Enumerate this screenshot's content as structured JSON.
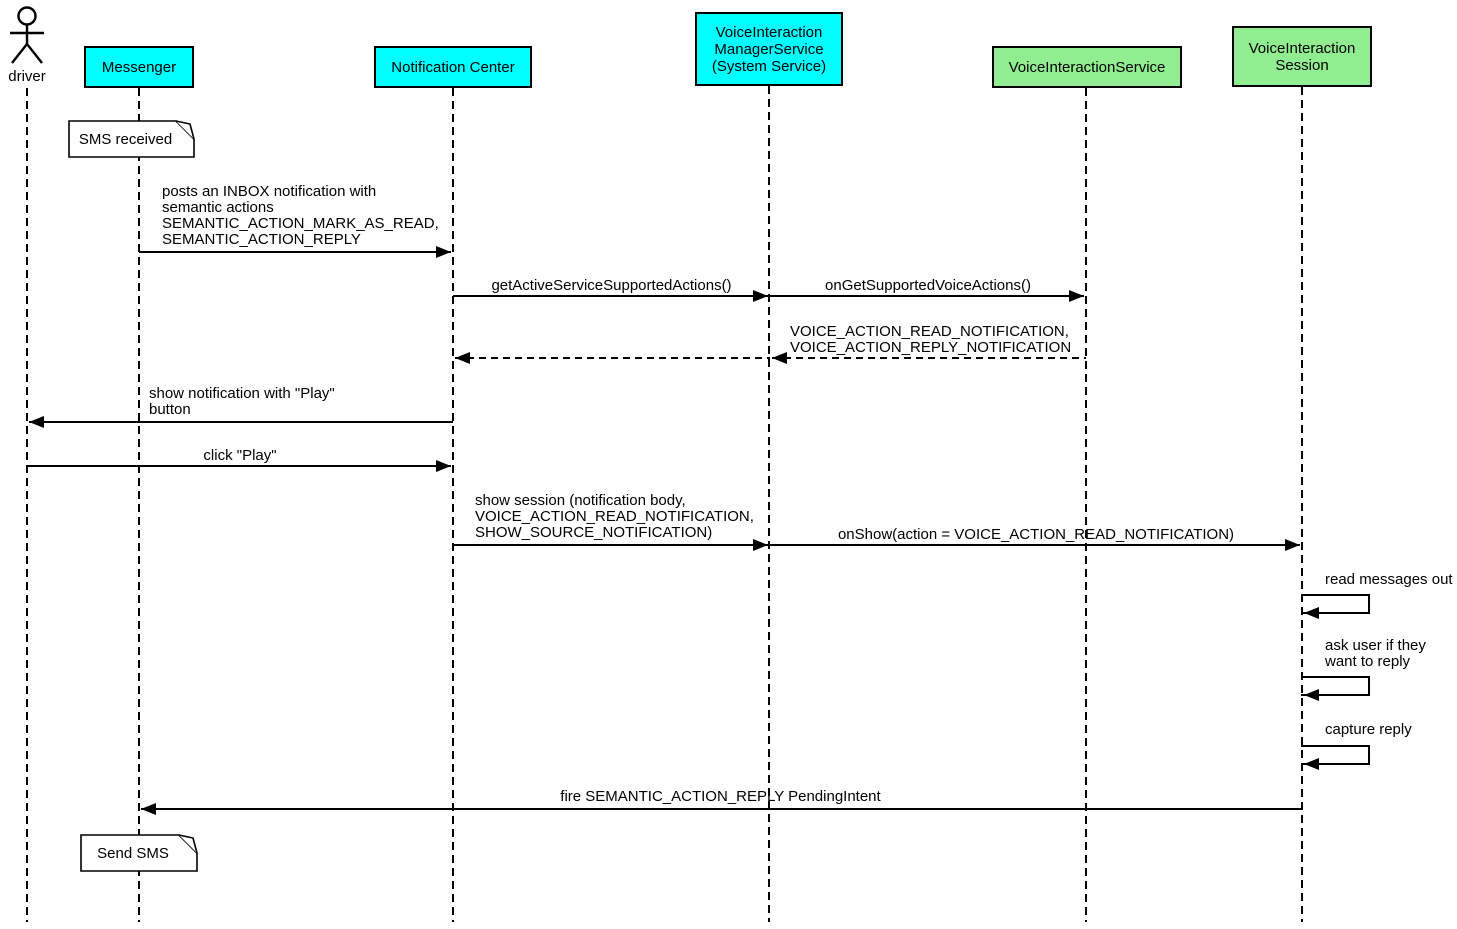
{
  "diagram_type": "uml-sequence",
  "colors": {
    "participant_cyan": "#00ffff",
    "participant_green": "#90ee90",
    "line": "#000000",
    "background": "#ffffff"
  },
  "participants": [
    {
      "id": "driver",
      "type": "actor",
      "label": "driver"
    },
    {
      "id": "messenger",
      "type": "participant",
      "fill": "#00ffff",
      "label": "Messenger"
    },
    {
      "id": "notification-center",
      "type": "participant",
      "fill": "#00ffff",
      "label": "Notification Center"
    },
    {
      "id": "voice-interaction-manager-service",
      "type": "participant",
      "fill": "#00ffff",
      "label": "VoiceInteraction\nManagerService\n(System Service)"
    },
    {
      "id": "voice-interaction-service",
      "type": "participant",
      "fill": "#90ee90",
      "label": "VoiceInteractionService"
    },
    {
      "id": "voice-interaction-session",
      "type": "participant",
      "fill": "#90ee90",
      "label": "VoiceInteraction\nSession"
    }
  ],
  "notes": [
    {
      "attached_to": "Messenger",
      "text": "SMS received"
    },
    {
      "attached_to": "Messenger",
      "text": "Send SMS"
    }
  ],
  "messages": [
    {
      "from": "Messenger",
      "to": "Notification Center",
      "style": "solid",
      "text": "posts an INBOX notification with\nsemantic actions\nSEMANTIC_ACTION_MARK_AS_READ,\nSEMANTIC_ACTION_REPLY"
    },
    {
      "from": "Notification Center",
      "to": "VoiceInteraction ManagerService",
      "style": "solid",
      "text": "getActiveServiceSupportedActions()"
    },
    {
      "from": "VoiceInteraction ManagerService",
      "to": "VoiceInteractionService",
      "style": "solid",
      "text": "onGetSupportedVoiceActions()"
    },
    {
      "from": "VoiceInteractionService",
      "to": "VoiceInteraction ManagerService",
      "style": "dashed-return",
      "text": "VOICE_ACTION_READ_NOTIFICATION,\nVOICE_ACTION_REPLY_NOTIFICATION"
    },
    {
      "from": "VoiceInteraction ManagerService",
      "to": "Notification Center",
      "style": "dashed-return",
      "text": ""
    },
    {
      "from": "Notification Center",
      "to": "driver",
      "style": "solid",
      "text": "show notification with \"Play\"\nbutton"
    },
    {
      "from": "driver",
      "to": "Notification Center",
      "style": "solid",
      "text": "click \"Play\""
    },
    {
      "from": "Notification Center",
      "to": "VoiceInteraction ManagerService",
      "style": "solid",
      "text": "show session (notification body,\nVOICE_ACTION_READ_NOTIFICATION,\nSHOW_SOURCE_NOTIFICATION)"
    },
    {
      "from": "VoiceInteraction ManagerService",
      "to": "VoiceInteraction Session",
      "style": "solid",
      "text": "onShow(action = VOICE_ACTION_READ_NOTIFICATION)"
    },
    {
      "from": "VoiceInteraction Session",
      "to": "VoiceInteraction Session",
      "style": "self",
      "text": "read messages out"
    },
    {
      "from": "VoiceInteraction Session",
      "to": "VoiceInteraction Session",
      "style": "self",
      "text": "ask user if they\nwant to reply"
    },
    {
      "from": "VoiceInteraction Session",
      "to": "VoiceInteraction Session",
      "style": "self",
      "text": "capture reply"
    },
    {
      "from": "VoiceInteraction Session",
      "to": "Messenger",
      "style": "solid",
      "text": "fire SEMANTIC_ACTION_REPLY PendingIntent"
    }
  ]
}
